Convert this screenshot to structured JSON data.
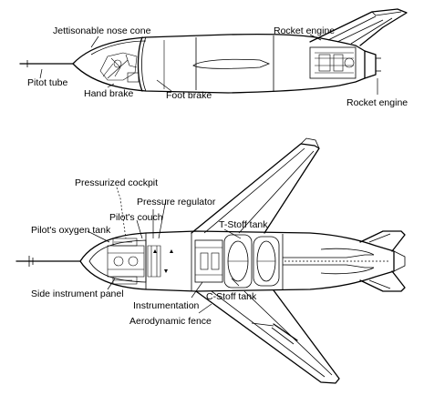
{
  "side_view": {
    "labels": {
      "nose_cone": "Jettisonable nose cone",
      "pitot": "Pitot tube",
      "hand_brake": "Hand brake",
      "foot_brake": "Foot brake",
      "engine_top": "Rocket engine",
      "engine_bottom": "Rocket engine"
    }
  },
  "top_view": {
    "labels": {
      "cockpit": "Pressurized cockpit",
      "regulator": "Pressure regulator",
      "couch": "Pilot's couch",
      "oxygen": "Pilot's oxygen tank",
      "tstoff": "T-Stoff tank",
      "panel": "Side instrument panel",
      "instrumentation": "Instrumentation",
      "cstoff": "C-Stoff tank",
      "fence": "Aerodynamic fence"
    }
  }
}
